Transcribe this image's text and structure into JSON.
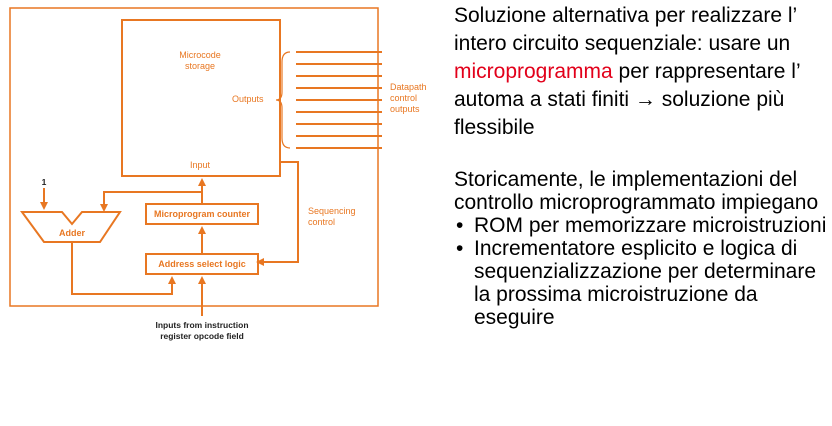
{
  "diagram": {
    "microcode_storage_line1": "Microcode",
    "microcode_storage_line2": "storage",
    "outputs_label": "Outputs",
    "input_label": "Input",
    "datapath_line1": "Datapath",
    "datapath_line2": "control",
    "datapath_line3": "outputs",
    "sequencing_line1": "Sequencing",
    "sequencing_line2": "control",
    "one_label": "1",
    "adder_label": "Adder",
    "microprogram_counter_label": "Microprogram counter",
    "address_select_label": "Address select logic",
    "inputs_from_line1": "Inputs from instruction",
    "inputs_from_line2": "register opcode field"
  },
  "text": {
    "p1_part1": "Soluzione alternativa per realizzare l’ intero circuito sequenziale: usare un ",
    "p1_red": "microprogramma",
    "p1_part2": " per rappresentare l’ automa a stati finiti → soluzione più flessibile",
    "p2_intro": "Storicamente, le implementazioni del controllo microprogrammato impiegano",
    "bullets": [
      "ROM per memorizzare microistruzioni",
      "Incrementatore esplicito e logica di sequenzializzazione per determinare la prossima microistruzione da eseguire"
    ],
    "bullet_symbol": "•"
  },
  "colors": {
    "accent": "#e87722",
    "red_highlight": "#e2001a"
  }
}
